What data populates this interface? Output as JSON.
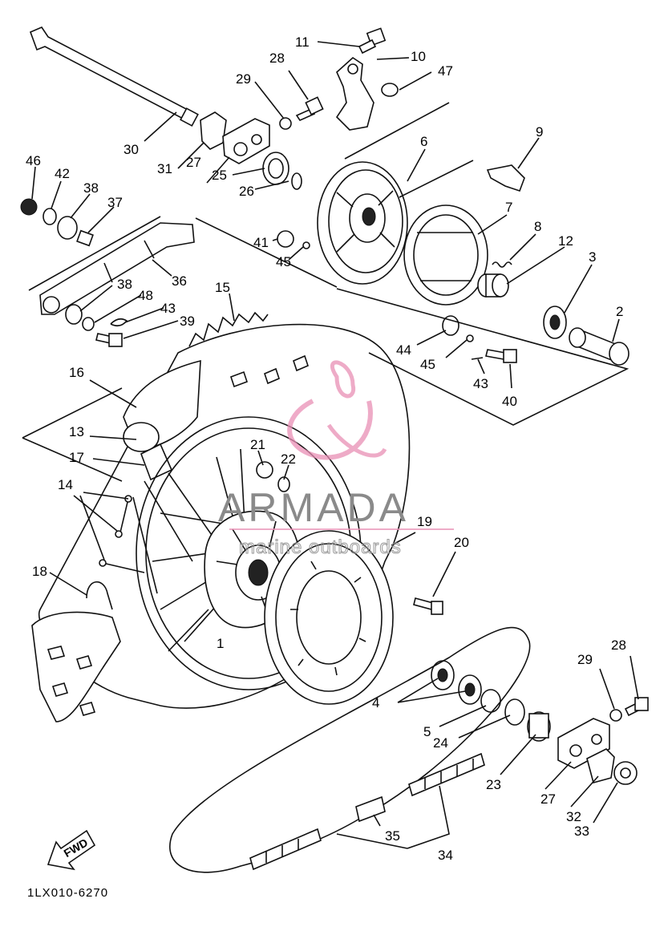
{
  "diagram": {
    "doc_code": "1LX010-6270",
    "fwd_label": "FWD",
    "watermark": {
      "brand": "ARMADA",
      "tagline": "marine outboards"
    },
    "parts": [
      {
        "n": "1"
      },
      {
        "n": "2"
      },
      {
        "n": "3"
      },
      {
        "n": "4"
      },
      {
        "n": "5"
      },
      {
        "n": "6"
      },
      {
        "n": "7"
      },
      {
        "n": "8"
      },
      {
        "n": "9"
      },
      {
        "n": "10"
      },
      {
        "n": "11"
      },
      {
        "n": "12"
      },
      {
        "n": "13"
      },
      {
        "n": "14"
      },
      {
        "n": "15"
      },
      {
        "n": "16"
      },
      {
        "n": "17"
      },
      {
        "n": "18"
      },
      {
        "n": "19"
      },
      {
        "n": "20"
      },
      {
        "n": "21"
      },
      {
        "n": "22"
      },
      {
        "n": "23"
      },
      {
        "n": "24"
      },
      {
        "n": "25"
      },
      {
        "n": "26"
      },
      {
        "n": "27"
      },
      {
        "n": "27"
      },
      {
        "n": "28"
      },
      {
        "n": "28"
      },
      {
        "n": "29"
      },
      {
        "n": "29"
      },
      {
        "n": "30"
      },
      {
        "n": "31"
      },
      {
        "n": "32"
      },
      {
        "n": "33"
      },
      {
        "n": "34"
      },
      {
        "n": "35"
      },
      {
        "n": "36"
      },
      {
        "n": "37"
      },
      {
        "n": "38"
      },
      {
        "n": "38"
      },
      {
        "n": "39"
      },
      {
        "n": "40"
      },
      {
        "n": "41"
      },
      {
        "n": "42"
      },
      {
        "n": "43"
      },
      {
        "n": "43"
      },
      {
        "n": "44"
      },
      {
        "n": "45"
      },
      {
        "n": "45"
      },
      {
        "n": "46"
      },
      {
        "n": "47"
      },
      {
        "n": "48"
      }
    ]
  }
}
